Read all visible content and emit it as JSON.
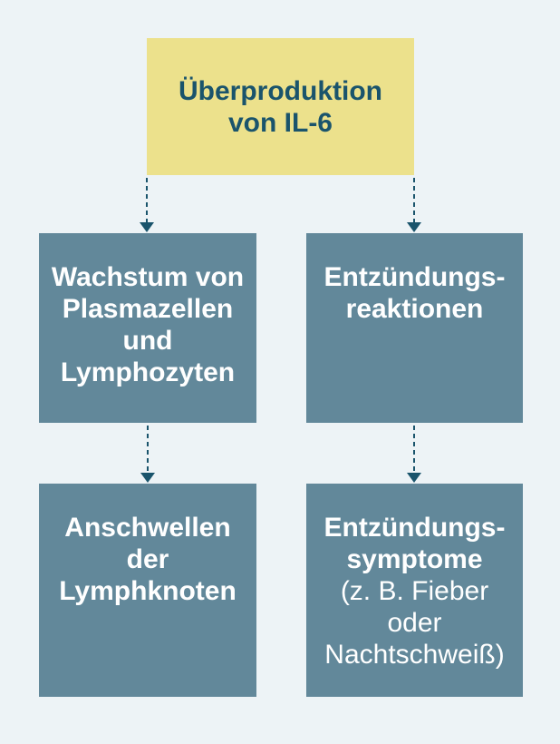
{
  "colors": {
    "background": "#edf3f6",
    "root_box_bg": "#ece18c",
    "node_box_bg": "#62889a",
    "dark_teal": "#1a546c",
    "white_text": "#ffffff"
  },
  "flowchart": {
    "root": {
      "lines": [
        "Überproduktion",
        "von IL-6"
      ]
    },
    "growth": {
      "lines": [
        "Wachstum von",
        "Plasmazellen",
        "und",
        "Lymphozyten"
      ]
    },
    "inflammation": {
      "lines": [
        "Entzündungs-",
        "reaktionen"
      ]
    },
    "swelling": {
      "lines": [
        "Anschwellen",
        "der",
        "Lymphknoten"
      ]
    },
    "symptoms": {
      "bold_lines": [
        "Entzündungs-",
        "symptome"
      ],
      "regular_lines": [
        "(z. B. Fieber",
        "oder",
        "Nachtschweiß)"
      ]
    }
  }
}
